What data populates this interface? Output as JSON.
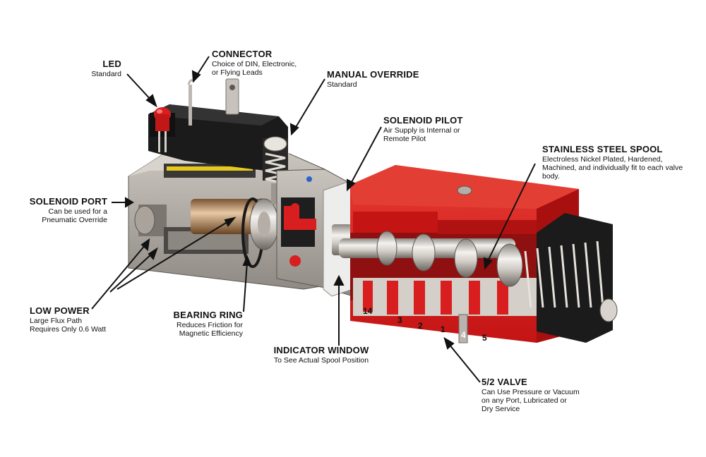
{
  "callouts": {
    "led": {
      "title": "LED",
      "desc": [
        "Standard"
      ]
    },
    "connector": {
      "title": "CONNECTOR",
      "desc": [
        "Choice of DIN, Electronic,",
        "or Flying Leads"
      ]
    },
    "manual_override": {
      "title": "MANUAL OVERRIDE",
      "desc": [
        "Standard"
      ]
    },
    "solenoid_pilot": {
      "title": "SOLENOID PILOT",
      "desc": [
        "Air Supply is Internal or",
        "Remote Pilot"
      ]
    },
    "stainless_spool": {
      "title": "STAINLESS STEEL SPOOL",
      "desc": [
        "Electroless Nickel Plated, Hardened,",
        "Machined, and individually fit to each valve",
        "body."
      ]
    },
    "solenoid_port": {
      "title": "SOLENOID PORT",
      "desc": [
        "Can be used for a",
        "Pneumatic Override"
      ]
    },
    "low_power": {
      "title": "LOW POWER",
      "desc": [
        "Large Flux Path",
        "Requires Only 0.6 Watt"
      ]
    },
    "bearing_ring": {
      "title": "BEARING RING",
      "desc": [
        "Reduces Friction for",
        "Magnetic Efficiency"
      ]
    },
    "indicator_window": {
      "title": "INDICATOR WINDOW",
      "desc": [
        "To See Actual Spool Position"
      ]
    },
    "valve_52": {
      "title": "5/2 VALVE",
      "desc": [
        "Can Use Pressure or Vacuum",
        "on any Port, Lubricated or",
        "Dry Service"
      ]
    }
  },
  "ports": [
    "14",
    "3",
    "2",
    "1",
    "4",
    "5"
  ],
  "colors": {
    "red": "#d81e1e",
    "dark_red": "#8e1010",
    "metal": "#b9b4ae",
    "dark_metal": "#6e6a66",
    "black": "#161616",
    "chrome": "#e8e6e2",
    "yellow": "#e7c81c"
  }
}
